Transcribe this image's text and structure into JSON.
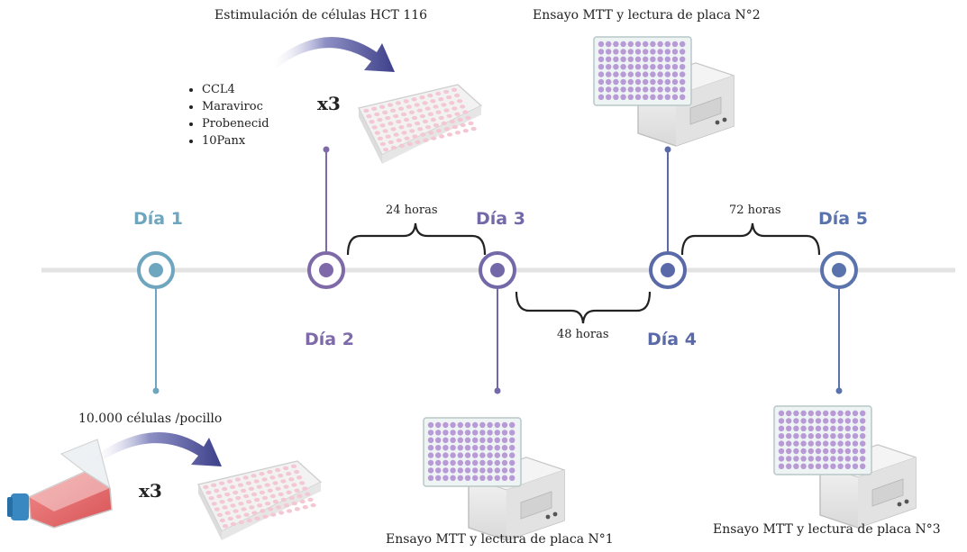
{
  "colors": {
    "timeline": "#e3e3e3",
    "day1": "#6fa6bf",
    "day2": "#7e6aa8",
    "day3": "#7469a8",
    "day4": "#5a6aa8",
    "day5": "#5a73ad",
    "plate_well_pink": "#f3c7d3",
    "plate_well_purple": "#b79ad6",
    "arrow": "#4a4e94",
    "flask_liquid": "#e86f72",
    "flask_cap": "#3a88c2"
  },
  "days": {
    "d1": "Día 1",
    "d2": "Día 2",
    "d3": "Día 3",
    "d4": "Día 4",
    "d5": "Día 5"
  },
  "durations": {
    "h24": "24 horas",
    "h48": "48 horas",
    "h72": "72 horas"
  },
  "steps": {
    "seeding": "10.000 células /pocillo",
    "stimulation": "Estimulación de células HCT 116",
    "mtt1": "Ensayo MTT y lectura de placa N°1",
    "mtt2": "Ensayo MTT y lectura de placa N°2",
    "mtt3": "Ensayo MTT y lectura de placa N°3"
  },
  "treatments": [
    "CCL4",
    "Maraviroc",
    "Probenecid",
    "10Panx"
  ],
  "replicates": "x3",
  "icons": [
    "cell-flask-icon",
    "curved-arrow-icon",
    "well-plate-icon",
    "plate-reader-icon"
  ]
}
